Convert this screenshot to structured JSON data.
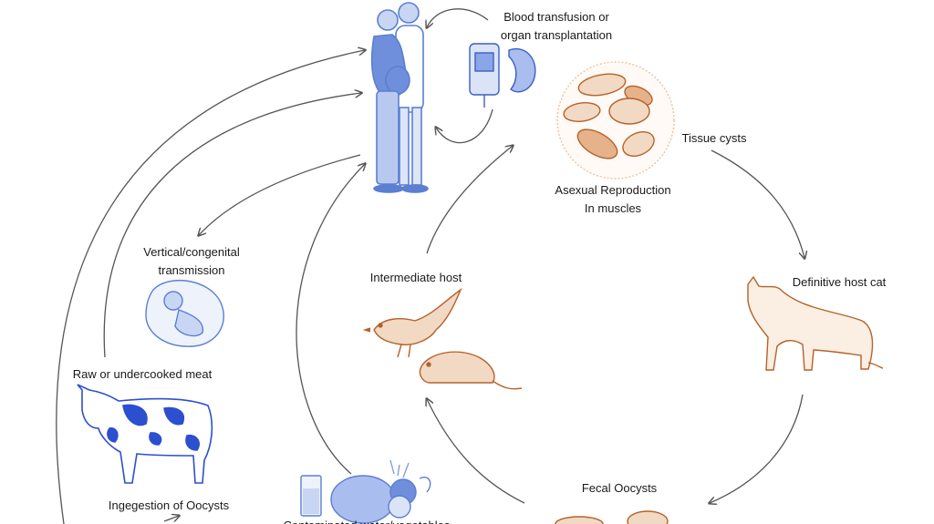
{
  "labels": {
    "transfusion": [
      "Blood transfusion or",
      "organ transplantation"
    ],
    "tissue_cysts": "Tissue cysts",
    "asexual": [
      "Asexual Reproduction",
      "In muscles"
    ],
    "definitive_host": "Definitive host cat",
    "intermediate_host": "Intermediate  host",
    "vertical": [
      "Vertical/congenital",
      "transmission"
    ],
    "raw_meat": "Raw or undercooked meat",
    "ingestion": "Ingegestion of Oocysts",
    "fecal_oocysts": "Fecal Oocysts",
    "contaminated": "Contaminated water/vegetables"
  },
  "colors": {
    "human": "#5b7fd1",
    "human_light": "#c9d6f3",
    "cow": "#2c4fcf",
    "parasite": "#b5622a",
    "parasite_light": "#f2d9c4",
    "arrow": "#555555"
  },
  "icons": {
    "humans": "couple-with-pregnant-woman-icon",
    "transfusion": "blood-bag-and-kidney-icon",
    "cysts": "tissue-cysts-icon",
    "cat": "cat-icon",
    "bird": "bird-icon",
    "rat": "rat-icon",
    "fetus": "fetus-in-womb-icon",
    "cow": "cow-icon",
    "produce": "water-and-vegetables-icon",
    "oocysts": "oocysts-icon"
  }
}
